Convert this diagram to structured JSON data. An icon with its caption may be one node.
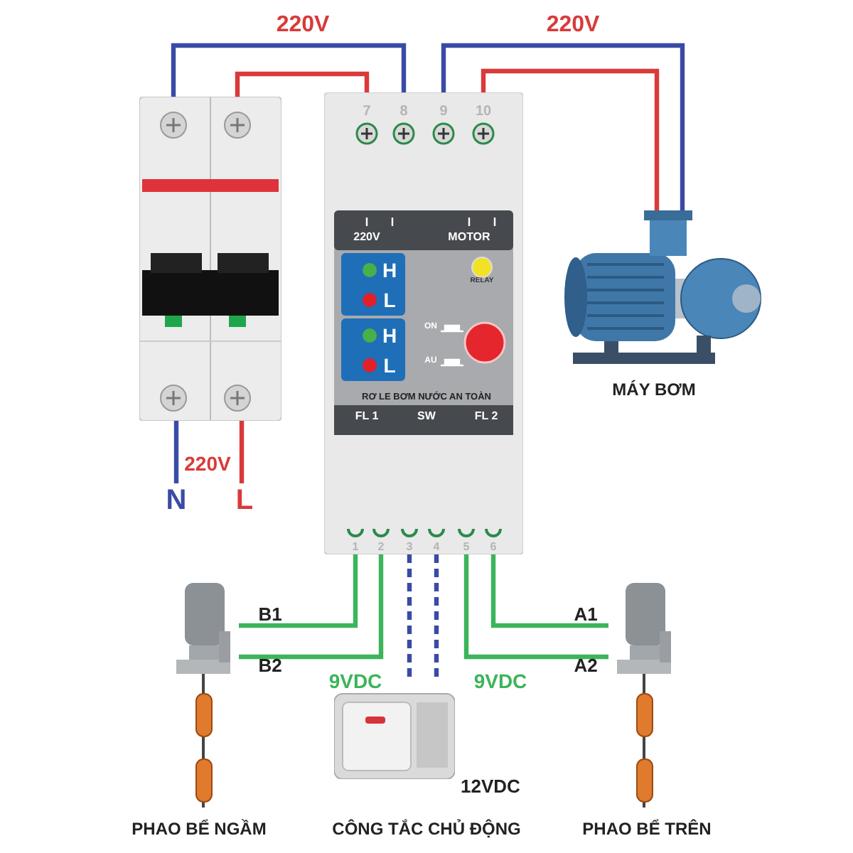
{
  "diagram": {
    "nodes": [
      {
        "text": [],
        "shape": "picture"
      },
      {
        "text": [
          "7",
          "8",
          "9",
          "10",
          "220V",
          "MOTOR",
          "H",
          "L",
          "H",
          "L",
          "RELAY",
          "ON",
          "AU",
          "RƠ LE BƠM NƯỚC AN TOÀN",
          "FL 1",
          "SW",
          "FL 2",
          "1",
          "2",
          "3",
          "4",
          "5",
          "6"
        ]
      },
      {
        "text": [],
        "shape": "picture",
        "beside": [
          "MÁY BƠM"
        ]
      },
      {
        "text": [],
        "shape": "picture",
        "beside": [
          "PHAO BỂ NGẦM"
        ]
      },
      {
        "text": [],
        "shape": "picture",
        "beside": [
          "CÔNG TẮC CHỦ ĐỘNG"
        ]
      },
      {
        "text": [],
        "shape": "picture",
        "beside": [
          "PHAO BỂ TRÊN"
        ]
      },
      {
        "text": [
          "N"
        ]
      },
      {
        "text": [
          "L"
        ]
      }
    ],
    "edges": [
      {
        "from": 0,
        "to": 1,
        "arrow": "none",
        "color": "#3a4aa6"
      },
      {
        "from": 0,
        "to": 1,
        "arrow": "none",
        "color": "#d93a3a"
      },
      {
        "from": 1,
        "to": 2,
        "arrow": "none",
        "color": "#3a4aa6"
      },
      {
        "from": 1,
        "to": 2,
        "arrow": "none",
        "color": "#d93a3a"
      },
      {
        "from": 6,
        "to": 0,
        "arrow": "none",
        "color": "#3a4aa6"
      },
      {
        "from": 7,
        "to": 0,
        "arrow": "none",
        "color": "#d93a3a"
      },
      {
        "from": 1,
        "to": 3,
        "arrow": "none",
        "color": "#3cb55a"
      },
      {
        "from": 1,
        "to": 3,
        "arrow": "none",
        "color": "#3cb55a"
      },
      {
        "from": 1,
        "to": 4,
        "arrow": "none",
        "style": "dashed",
        "color": "#3a4aa6"
      },
      {
        "from": 1,
        "to": 4,
        "arrow": "none",
        "style": "dashed",
        "color": "#3a4aa6"
      },
      {
        "from": 1,
        "to": 5,
        "arrow": "none",
        "color": "#3cb55a"
      },
      {
        "from": 1,
        "to": 5,
        "arrow": "none",
        "color": "#3cb55a"
      }
    ],
    "labels": [
      "220V",
      "220V",
      "220V",
      "B1",
      "A1",
      "B2",
      "9VDC",
      "9VDC",
      "A2",
      "12VDC"
    ]
  }
}
